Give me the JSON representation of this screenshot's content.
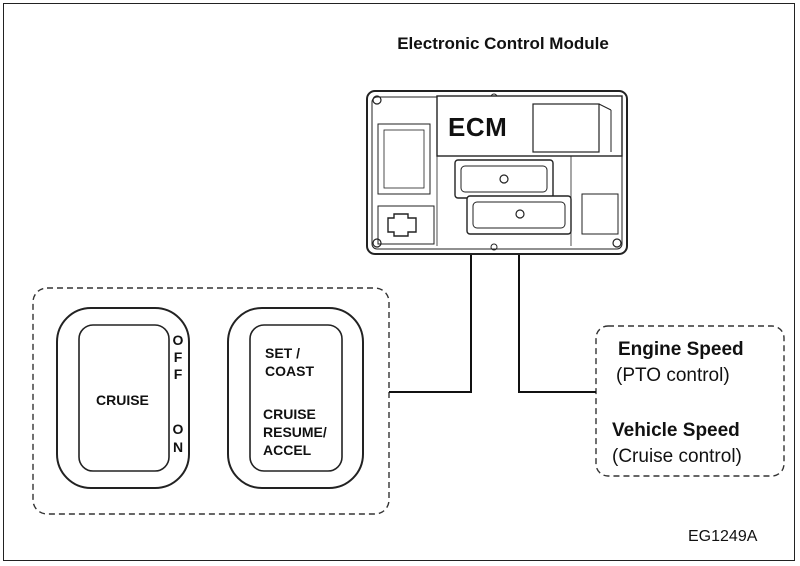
{
  "title": "Electronic Control Module",
  "ecm": {
    "label": "ECM"
  },
  "cruise_switch": {
    "label": "CRUISE",
    "off_letters": "O F F",
    "on_letters": "O N"
  },
  "set_switch": {
    "upper_label": "SET /\nCOAST",
    "lower_label": "CRUISE\nRESUME/\nACCEL"
  },
  "inputs": {
    "engine_speed": "Engine Speed",
    "pto_control": "(PTO control)",
    "vehicle_speed": "Vehicle Speed",
    "cruise_control": "(Cruise control)"
  },
  "figure_id": "EG1249A"
}
